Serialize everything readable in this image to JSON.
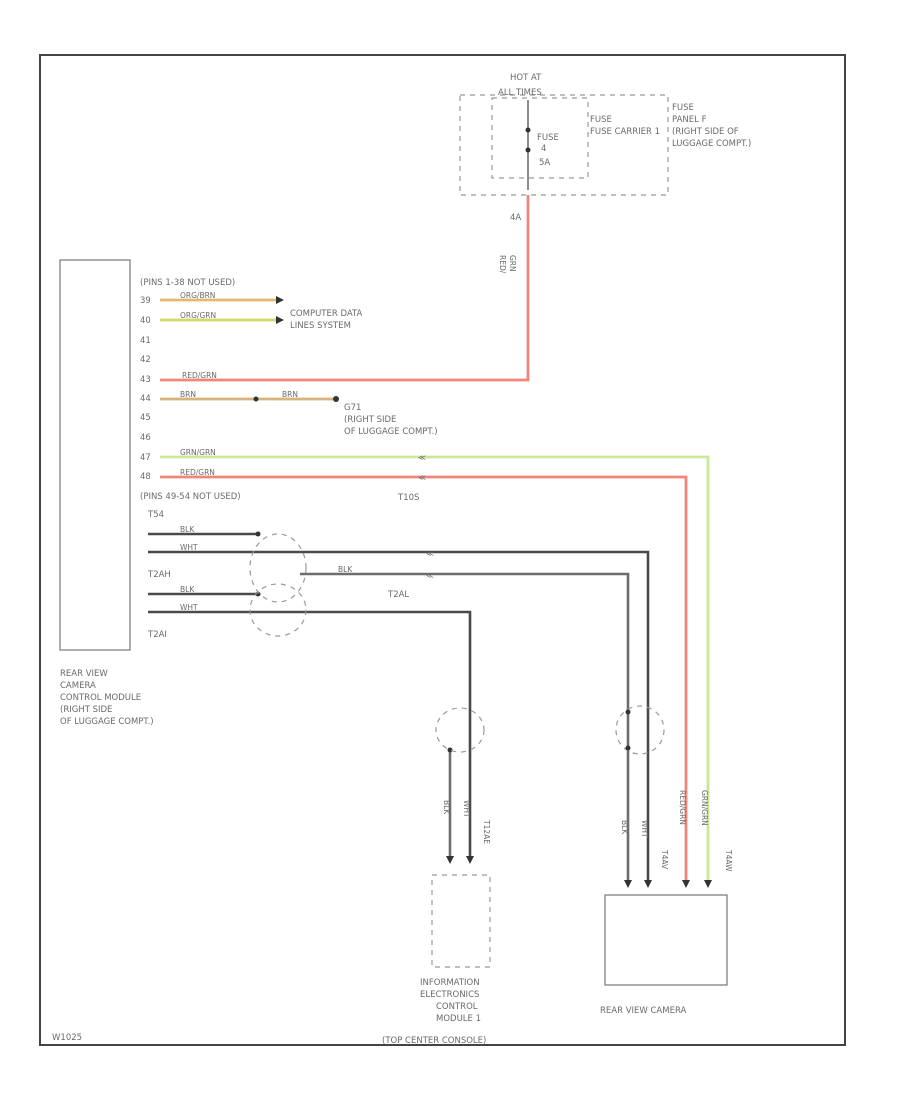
{
  "diagram_id": "W1025",
  "fuse_source": {
    "hot_at": "HOT AT",
    "hot_at_value": "ALL TIMES",
    "fuse_label": "FUSE",
    "fuse_number": "4",
    "fuse_amps": "5A",
    "carrier_label": "FUSE CARRIER 1",
    "panel_label": [
      "FUSE",
      "PANEL F",
      "(RIGHT SIDE OF",
      "LUGGAGE COMPT.)"
    ],
    "terminal": "4A",
    "wire_color": [
      "RED/",
      "GRN"
    ]
  },
  "module": {
    "name": [
      "REAR VIEW",
      "CAMERA",
      "CONTROL MODULE",
      "(RIGHT SIDE",
      "OF LUGGAGE COMPT.)"
    ],
    "pins_header": "(PINS 1-38 NOT USED)",
    "pins_footer": "(PINS 49-54 NOT USED)",
    "connectors": {
      "t54": "T54",
      "t2ah": "T2AH",
      "t2ai": "T2AI",
      "t2al": "T2AL",
      "t10s": "T10S"
    },
    "pins": [
      {
        "num": "39",
        "wire": "ORG/BRN"
      },
      {
        "num": "40",
        "wire": "ORG/GRN"
      },
      {
        "num": "41",
        "wire": ""
      },
      {
        "num": "42",
        "wire": ""
      },
      {
        "num": "43",
        "wire": "RED/GRN"
      },
      {
        "num": "44",
        "wire": "BRN"
      },
      {
        "num": "45",
        "wire": ""
      },
      {
        "num": "46",
        "wire": ""
      },
      {
        "num": "47",
        "wire": "GRN/GRN"
      },
      {
        "num": "48",
        "wire": "RED/GRN"
      }
    ],
    "ground_wire": "BRN",
    "shielded_labels": {
      "blk1": "BLK",
      "wht1": "WHT",
      "blk2": "BLK",
      "blk3": "BLK",
      "wht2": "WHT"
    }
  },
  "can_bus": [
    "COMPUTER DATA",
    "LINES SYSTEM"
  ],
  "ground": {
    "id": "G71",
    "location": [
      "(RIGHT SIDE",
      "OF LUGGAGE COMPT.)"
    ]
  },
  "info_module": {
    "name": [
      "INFORMATION",
      "ELECTRONICS",
      "CONTROL",
      "MODULE 1",
      "(TOP CENTER CONSOLE)"
    ],
    "connector": "T12AE",
    "wires": [
      "BLK",
      "WHT"
    ]
  },
  "camera": {
    "name": "REAR VIEW CAMERA",
    "connector_left": "T4AV",
    "connector_right": "T4AW",
    "wires": [
      "BLK",
      "WHT",
      "RED/GRN",
      "GRN/GRN"
    ]
  },
  "colors": {
    "red_green": "#f2857a",
    "green": "#c9e89a",
    "orange_brown": "#e8b66e",
    "orange_green": "#d5d46e",
    "brown": "#d8b47a",
    "gray_wire": "#4a4a4a"
  }
}
